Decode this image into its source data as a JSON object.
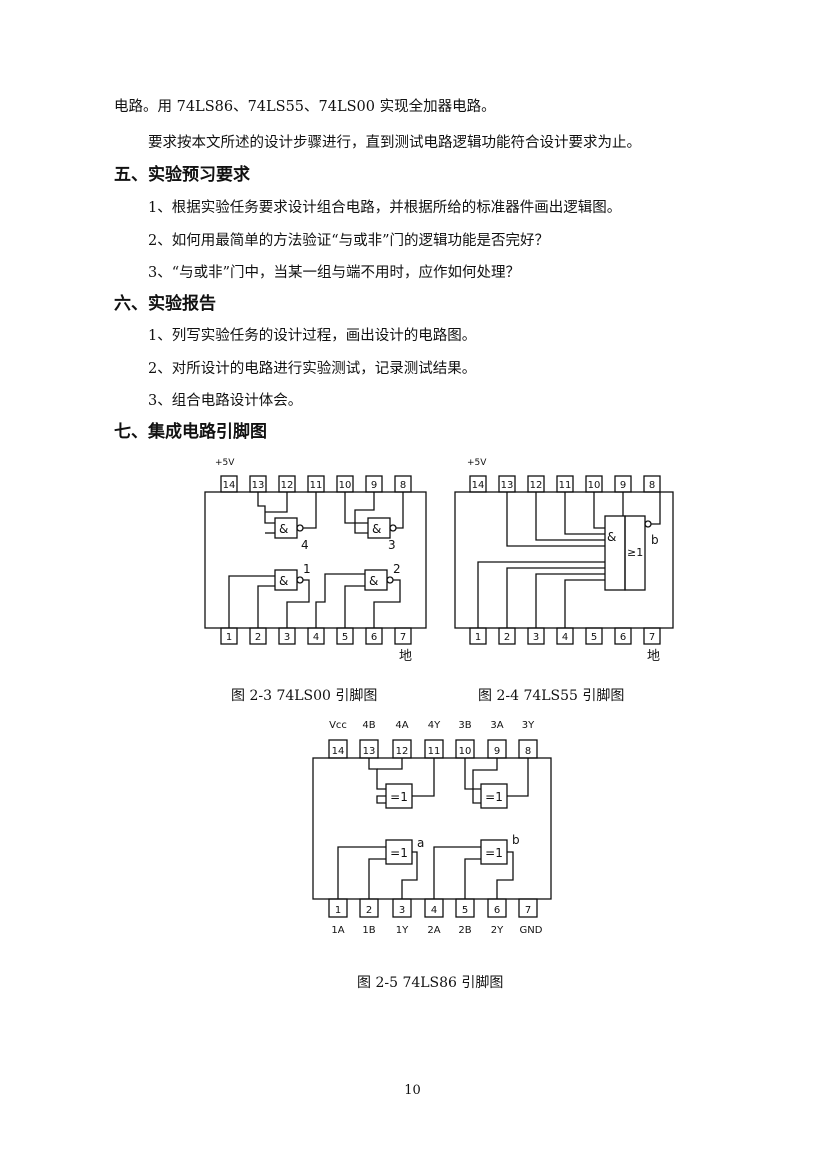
{
  "intro": {
    "line1": "电路。用 74LS86、74LS55、74LS00 实现全加器电路。",
    "line2": "要求按本文所述的设计步骤进行，直到测试电路逻辑功能符合设计要求为止。"
  },
  "section5": {
    "title": "五、实验预习要求",
    "items": [
      "1、根据实验任务要求设计组合电路，并根据所给的标准器件画出逻辑图。",
      "2、如何用最简单的方法验证“与或非”门的逻辑功能是否完好？",
      "3、“与或非”门中，当某一组与端不用时，应作如何处理？"
    ]
  },
  "section6": {
    "title": "六、实验报告",
    "items": [
      "1、列写实验任务的设计过程，画出设计的电路图。",
      "2、对所设计的电路进行实验测试，记录测试结果。",
      "3、组合电路设计体会。"
    ]
  },
  "section7": {
    "title": "七、集成电路引脚图"
  },
  "fig23": {
    "caption": "图 2-3 74LS00 引脚图",
    "vcc": "+5V",
    "ground": "地",
    "top_pins": [
      "14",
      "13",
      "12",
      "11",
      "10",
      "9",
      "8"
    ],
    "bottom_pins": [
      "1",
      "2",
      "3",
      "4",
      "5",
      "6",
      "7"
    ],
    "gate_symbol": "&",
    "gate_nums": [
      "4",
      "3",
      "1",
      "2"
    ]
  },
  "fig24": {
    "caption": "图 2-4 74LS55 引脚图",
    "vcc": "+5V",
    "ground": "地",
    "top_pins": [
      "14",
      "13",
      "12",
      "11",
      "10",
      "9",
      "8"
    ],
    "bottom_pins": [
      "1",
      "2",
      "3",
      "4",
      "5",
      "6",
      "7"
    ],
    "and_symbol": "&",
    "or_symbol": "≥1",
    "output": "b"
  },
  "fig25": {
    "caption": "图 2-5 74LS86 引脚图",
    "top_pins": [
      "14",
      "13",
      "12",
      "11",
      "10",
      "9",
      "8"
    ],
    "bottom_pins": [
      "1",
      "2",
      "3",
      "4",
      "5",
      "6",
      "7"
    ],
    "top_labels": [
      "Vcc",
      "4B",
      "4A",
      "4Y",
      "3B",
      "3A",
      "3Y"
    ],
    "bottom_labels": [
      "1A",
      "1B",
      "1Y",
      "2A",
      "2B",
      "2Y",
      "GND"
    ],
    "gate_symbol": "=1",
    "out_labels": [
      "a",
      "b"
    ]
  },
  "page_number": "10"
}
